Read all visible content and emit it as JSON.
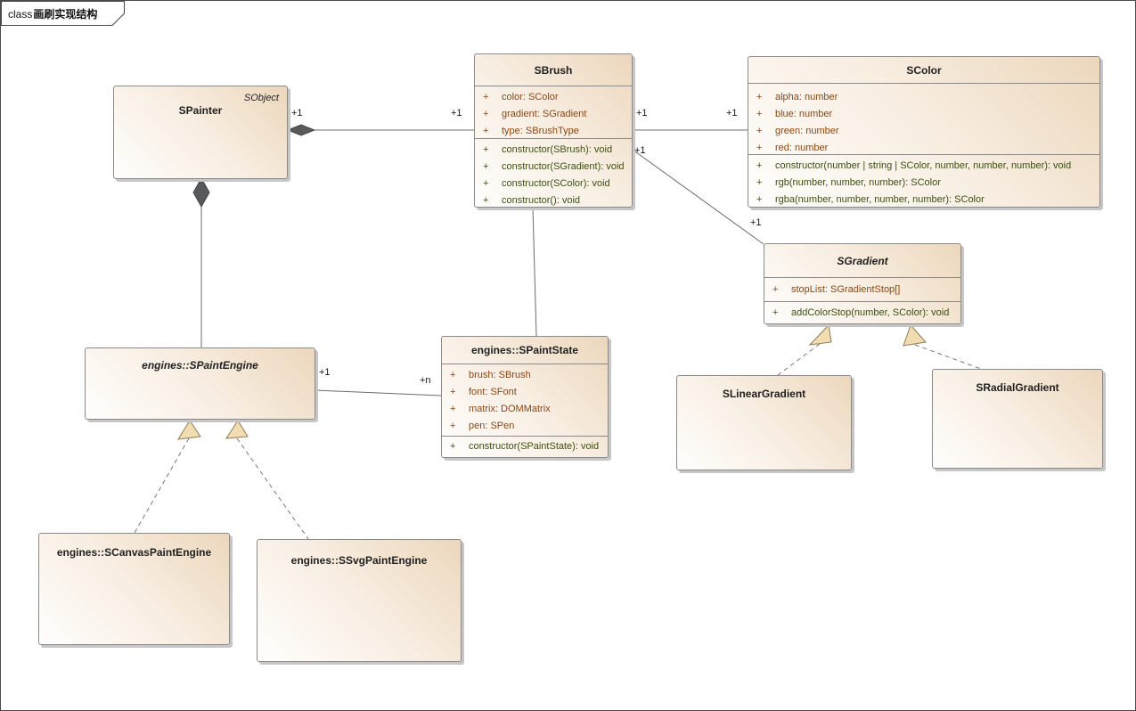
{
  "frame": {
    "keyword": "class",
    "title": "画刷实现结构"
  },
  "visibility_symbol": "+",
  "colors": {
    "class_fill_top_right": "#ecd7bc",
    "class_fill_bottom_left": "#fffefd",
    "class_border": "#8a8a8a",
    "attribute_text": "#8c4612",
    "operation_text": "#3c4f10",
    "connector_line": "#6b6b6b",
    "diamond_fill": "#58595b",
    "triangle_fill": "#f2dcb2"
  },
  "classes": [
    {
      "key": "spainter",
      "name": "SPainter",
      "parent": "SObject",
      "abstract": false,
      "attributes": [],
      "operations": []
    },
    {
      "key": "sbrush",
      "name": "SBrush",
      "abstract": false,
      "attributes": [
        "color: SColor",
        "gradient: SGradient",
        "type: SBrushType"
      ],
      "operations": [
        "constructor(SBrush): void",
        "constructor(SGradient): void",
        "constructor(SColor): void",
        "constructor(): void"
      ]
    },
    {
      "key": "scolor",
      "name": "SColor",
      "abstract": false,
      "attributes": [
        "alpha: number",
        "blue: number",
        "green: number",
        "red: number"
      ],
      "operations": [
        "constructor(number | string | SColor, number, number, number): void",
        "rgb(number, number, number): SColor",
        "rgba(number, number, number, number): SColor"
      ]
    },
    {
      "key": "sgradient",
      "name": "SGradient",
      "abstract": true,
      "attributes": [
        "stopList: SGradientStop[]"
      ],
      "operations": [
        "addColorStop(number, SColor): void"
      ]
    },
    {
      "key": "spaintstate",
      "name": "engines::SPaintState",
      "abstract": false,
      "attributes": [
        "brush: SBrush",
        "font: SFont",
        "matrix: DOMMatrix",
        "pen: SPen"
      ],
      "operations": [
        "constructor(SPaintState): void"
      ]
    },
    {
      "key": "spaintengine",
      "name": "engines::SPaintEngine",
      "abstract": true,
      "attributes": [],
      "operations": []
    },
    {
      "key": "slineargradient",
      "name": "SLinearGradient",
      "abstract": false,
      "attributes": [],
      "operations": []
    },
    {
      "key": "sradialgradient",
      "name": "SRadialGradient",
      "abstract": false,
      "attributes": [],
      "operations": []
    },
    {
      "key": "scanvaspaintengine",
      "name": "engines::SCanvasPaintEngine",
      "abstract": false,
      "attributes": [],
      "operations": []
    },
    {
      "key": "ssvgpaintengine",
      "name": "engines::SSvgPaintEngine",
      "abstract": false,
      "attributes": [],
      "operations": []
    }
  ],
  "labels": [
    "+1",
    "+1",
    "+1",
    "+1",
    "+1",
    "+1",
    "+1",
    "+n"
  ],
  "relationships": [
    {
      "type": "aggregation",
      "from": "SBrush",
      "to": "SPainter",
      "from_label": "+1",
      "to_label": "+1"
    },
    {
      "type": "association",
      "from": "SBrush",
      "to": "SColor",
      "from_label": "+1",
      "to_label": "+1"
    },
    {
      "type": "association",
      "from": "SBrush",
      "to": "SGradient",
      "from_label": "+1",
      "to_label": "+1"
    },
    {
      "type": "association",
      "from": "SBrush",
      "to": "engines::SPaintState"
    },
    {
      "type": "composition",
      "from": "engines::SPaintEngine",
      "to": "SPainter"
    },
    {
      "type": "association",
      "from": "engines::SPaintEngine",
      "to": "engines::SPaintState",
      "from_label": "+1",
      "to_label": "+n"
    },
    {
      "type": "generalization",
      "from": "engines::SCanvasPaintEngine",
      "to": "engines::SPaintEngine"
    },
    {
      "type": "generalization",
      "from": "engines::SSvgPaintEngine",
      "to": "engines::SPaintEngine"
    },
    {
      "type": "generalization",
      "from": "SLinearGradient",
      "to": "SGradient"
    },
    {
      "type": "generalization",
      "from": "SRadialGradient",
      "to": "SGradient"
    }
  ]
}
